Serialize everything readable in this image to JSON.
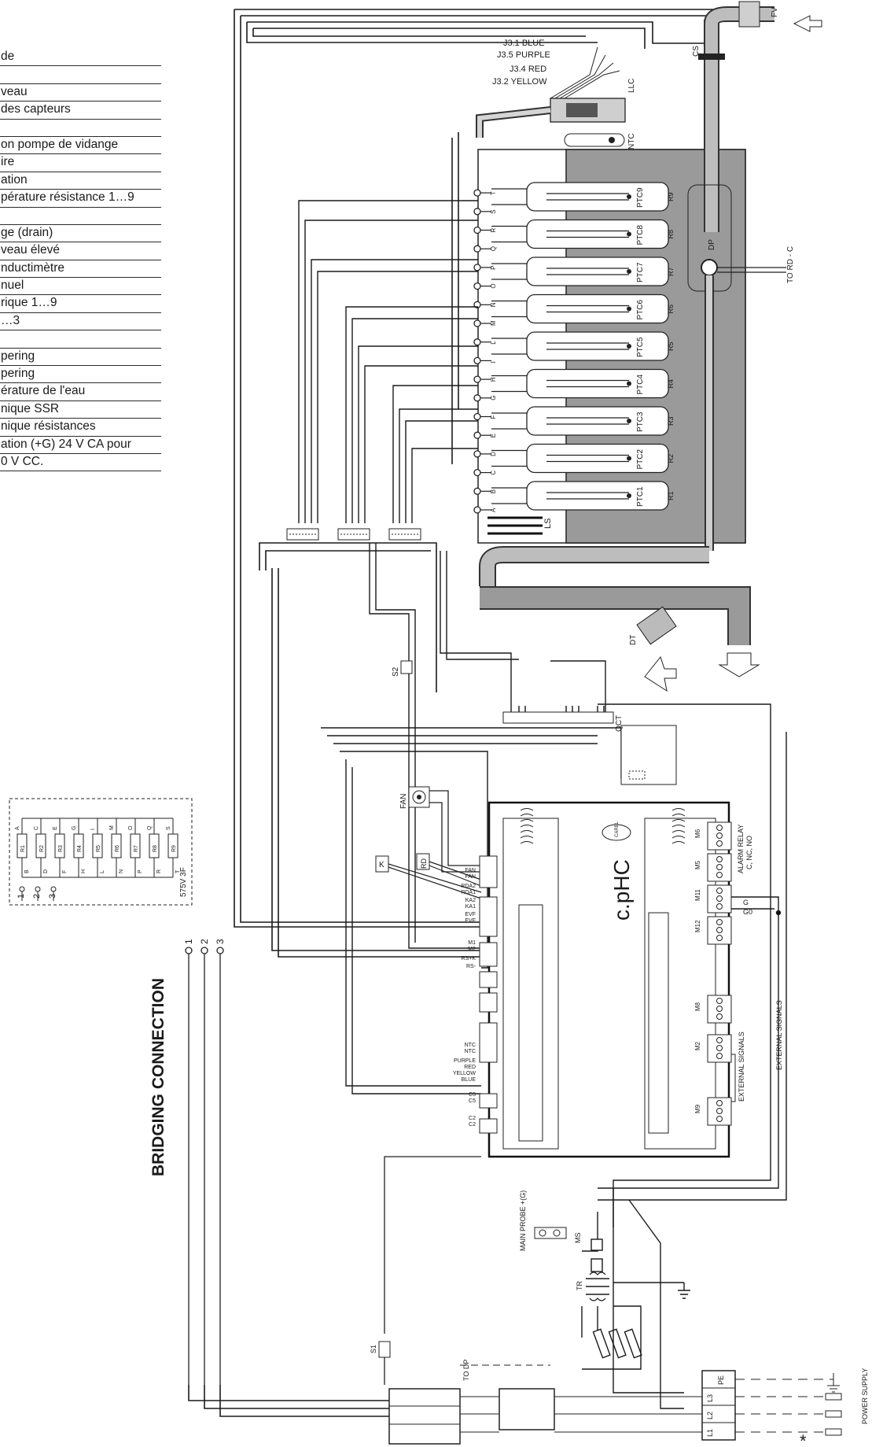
{
  "legend": [
    "de",
    "",
    "veau",
    "des capteurs",
    "",
    "on pompe de vidange",
    "ire",
    "ation",
    "pérature résistance 1…9",
    "",
    "ge (drain)",
    "veau élevé",
    "nductimètre",
    "nuel",
    "rique 1…9",
    "…3",
    "",
    "pering",
    "pering",
    "érature de l'eau",
    "nique SSR",
    "nique résistances",
    "ation (+G) 24 V CA pour",
    "0 V CC."
  ],
  "labels": {
    "wire_blue": "J3.1 BLUE",
    "wire_purple": "J3.5 PURPLE",
    "wire_red": "J3.4 RED",
    "wire_yellow": "J3.2 YELLOW",
    "llc": "LLC",
    "ntc": "NTC",
    "fv": "FV",
    "cs": "CS",
    "dp": "DP",
    "to_rd": "TO RD - C",
    "ls": "LS",
    "dt": "DT",
    "s2": "S2",
    "qct": "QCT",
    "fan": "FAN",
    "k": "K",
    "rd": "RD",
    "controller": "c.pHC",
    "carel": "CAREL",
    "main_probe": "MAIN PROBE +(G)",
    "ms": "MS",
    "tr": "TR",
    "s1": "S1",
    "to_dp": "TO DP",
    "bridging": "BRIDGING CONNECTION",
    "external_signals": "EXTERNAL SIGNALS",
    "external_signals_2": "EXTERNAL SIGNALS",
    "alarm_relay": "ALARM RELAY",
    "alarm_relay_sub": "C, NC, NO",
    "power_supply": "POWER SUPPLY",
    "voltage": "575V 3F",
    "asterisk": "*",
    "pe": "PE",
    "l1": "L1",
    "l2": "L2",
    "l3": "L3",
    "g": "G",
    "g0": "G0",
    "num1": "1",
    "num2": "2",
    "num3": "3"
  },
  "ptc_labels": [
    "PTC1",
    "PTC2",
    "PTC3",
    "PTC4",
    "PTC5",
    "PTC6",
    "PTC7",
    "PTC8",
    "PTC9"
  ],
  "resistor_labels": [
    "R1",
    "R2",
    "R3",
    "R4",
    "R5",
    "R6",
    "R7",
    "R8",
    "R9"
  ],
  "terminal_letters": [
    "A",
    "B",
    "C",
    "D",
    "E",
    "F",
    "G",
    "H",
    "I",
    "L",
    "M",
    "N",
    "O",
    "P",
    "Q",
    "R",
    "S",
    "T"
  ],
  "controller_pins": [
    "FAN",
    "FAN",
    "RDA2",
    "RDA1",
    "KA2",
    "KA1",
    "EVF",
    "EVF",
    "M1",
    "M2",
    "RS+K",
    "RS-",
    "NTC",
    "NTC",
    "PURPLE",
    "RED",
    "YELLOW",
    "BLUE",
    "C5",
    "C5",
    "C2",
    "C2"
  ],
  "mini_resistors": [
    "R1",
    "R2",
    "R3",
    "R4",
    "R5",
    "R6",
    "R7",
    "R8",
    "R9"
  ],
  "mini_letters": [
    "A",
    "B",
    "C",
    "D",
    "E",
    "F",
    "G",
    "H",
    "I",
    "L",
    "M",
    "N",
    "O",
    "P",
    "Q",
    "R",
    "S",
    "T"
  ],
  "connector_labels": [
    "M6",
    "M5",
    "M11",
    "M12",
    "M8",
    "M2",
    "M9"
  ]
}
